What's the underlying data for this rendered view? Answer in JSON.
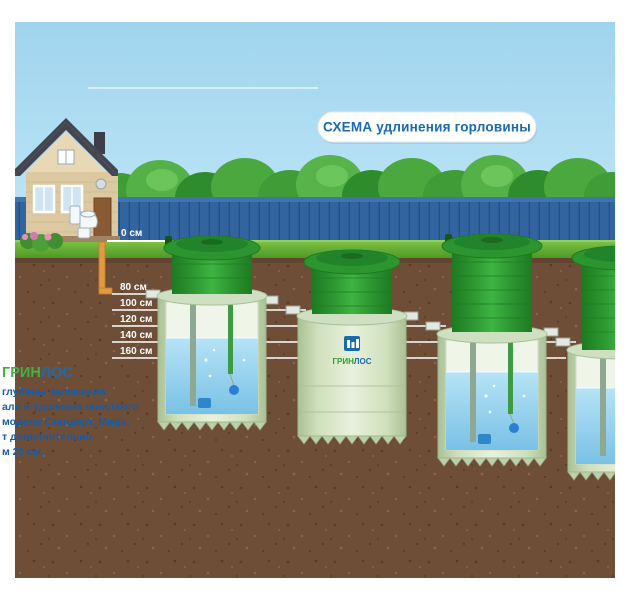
{
  "title": "СХЕМА удлинения горловины",
  "brand": {
    "part_green": "ГРИН",
    "part_blue": "ЛОС"
  },
  "tank_logo": {
    "part_green": "ГРИН",
    "part_blue": "ЛОС"
  },
  "depth": {
    "surface": "0 см",
    "levels": [
      "80 см",
      "100 см",
      "120 см",
      "140 см",
      "160 см"
    ]
  },
  "description_lines": [
    "глубины заложения",
    "али и удаления очистного",
    "модели Стандарт, Миди,",
    "т дополнительно",
    "м 20 см."
  ],
  "colors": {
    "title_blue": "#1a6ab2",
    "brand_green": "#43b143",
    "brand_blue": "#1b6bb0",
    "sky": "#a9dcf2",
    "soil": "#6f4e38",
    "grass": "#6ab438",
    "fence": "#32649f",
    "tank_green": "#2c9530",
    "water": "#8fd2ee"
  }
}
